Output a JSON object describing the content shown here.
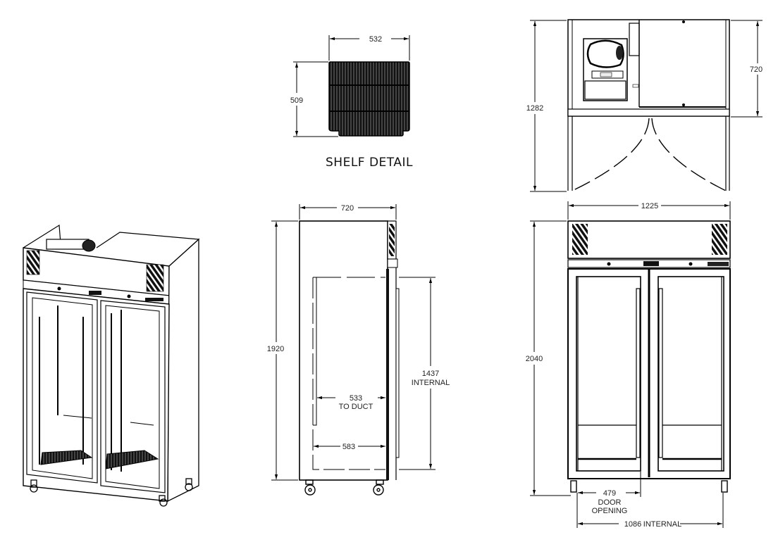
{
  "drawing": {
    "type": "technical-dimension-drawing",
    "subject": "Double glass door upright refrigerator",
    "units": "mm"
  },
  "views": {
    "isometric": {
      "label": ""
    },
    "shelf_detail": {
      "title": "SHELF DETAIL",
      "width": "532",
      "depth": "509"
    },
    "plan_view": {
      "overall_depth_doors_open": "1282",
      "cabinet_depth": "720"
    },
    "side_view": {
      "depth": "720",
      "height": "1920",
      "internal_height": "1437",
      "internal_label": "INTERNAL",
      "to_duct": "533",
      "to_duct_label": "TO DUCT",
      "internal_depth": "583"
    },
    "front_view": {
      "width": "1225",
      "height": "2040",
      "door_opening": "479",
      "door_opening_label_1": "DOOR",
      "door_opening_label_2": "OPENING",
      "internal_width": "1086",
      "internal_width_label": "INTERNAL"
    }
  },
  "colors": {
    "line": "#000000",
    "background": "#ffffff"
  }
}
